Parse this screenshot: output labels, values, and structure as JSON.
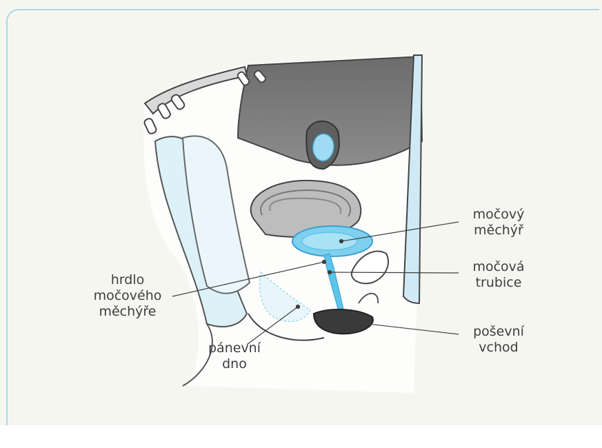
{
  "labels": {
    "bladder": "močový\nměchýř",
    "urethra": "močová\ntrubice",
    "bladder_neck": "hrdlo\nmočového\nměchýře",
    "pelvic_floor": "pánevní\ndno",
    "vaginal_opening": "poševní\nvchod"
  },
  "colors": {
    "accent": "#5cc3ea",
    "frame": "#a9d7ea",
    "tissue_gray": "#9a9a9a",
    "dark_tissue": "#3a3a3a"
  }
}
